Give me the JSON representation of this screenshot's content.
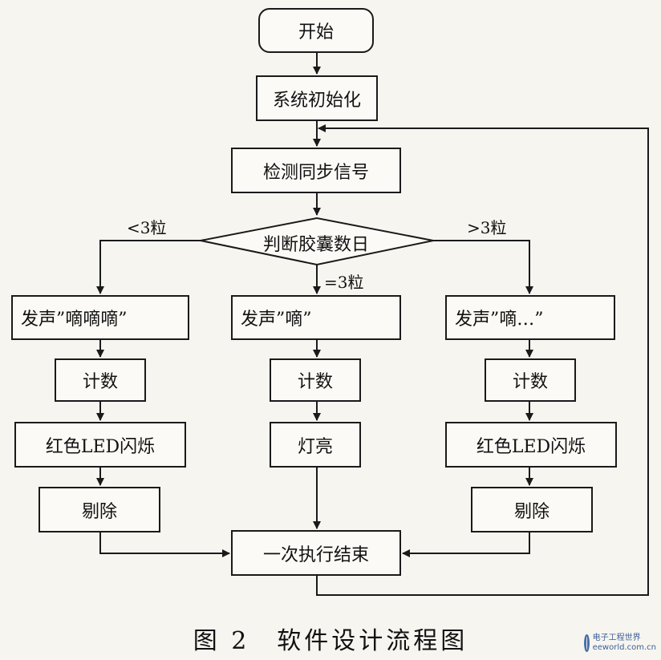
{
  "nodes": {
    "start": "开始",
    "init": "系统初始化",
    "detect": "检测同步信号",
    "judge": "判断胶囊数日",
    "left_sound": "发声”嘀嘀嘀”",
    "mid_sound": "发声”嘀”",
    "right_sound": "发声”嘀…”",
    "left_count": "计数",
    "mid_count": "计数",
    "right_count": "计数",
    "left_led": "红色LED闪烁",
    "mid_light": "灯亮",
    "right_led": "红色LED闪烁",
    "left_reject": "剔除",
    "right_reject": "剔除",
    "end": "一次执行结束"
  },
  "branch_labels": {
    "less": "<3粒",
    "equal": "=3粒",
    "greater": ">3粒"
  },
  "caption": "图 2　软件设计流程图",
  "watermark": {
    "line1": "电子工程世界",
    "line2": "eeworld.com.cn"
  }
}
